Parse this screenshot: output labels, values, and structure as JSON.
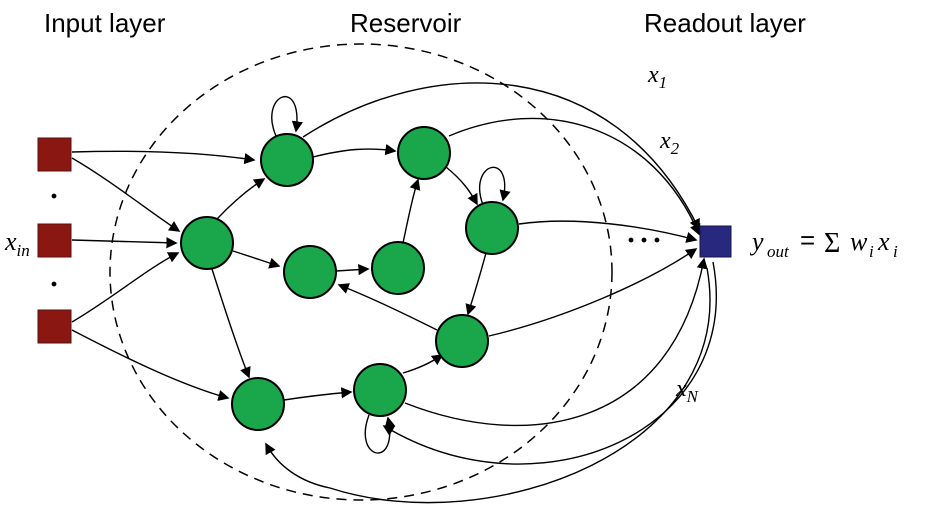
{
  "diagram": {
    "labels": {
      "input_layer": "Input layer",
      "reservoir": "Reservoir",
      "readout_layer": "Readout layer"
    },
    "input": {
      "var": "x",
      "var_sub": "in",
      "dot1": "·",
      "dot2": "·"
    },
    "signals": {
      "x1_main": "x",
      "x1_sub": "1",
      "x2_main": "x",
      "x2_sub": "2",
      "xn_main": "x",
      "xn_sub": "N",
      "dots": "···"
    },
    "equation": {
      "y": "y",
      "y_sub": "out",
      "equals": "=",
      "sum": "Σ",
      "w": "w",
      "w_sub": "i",
      "x": "x",
      "x_sub": "i"
    },
    "colors": {
      "input_node": "#8b1712",
      "reservoir_node": "#1aa74b",
      "readout_node": "#28287e",
      "edge": "#000000"
    }
  }
}
